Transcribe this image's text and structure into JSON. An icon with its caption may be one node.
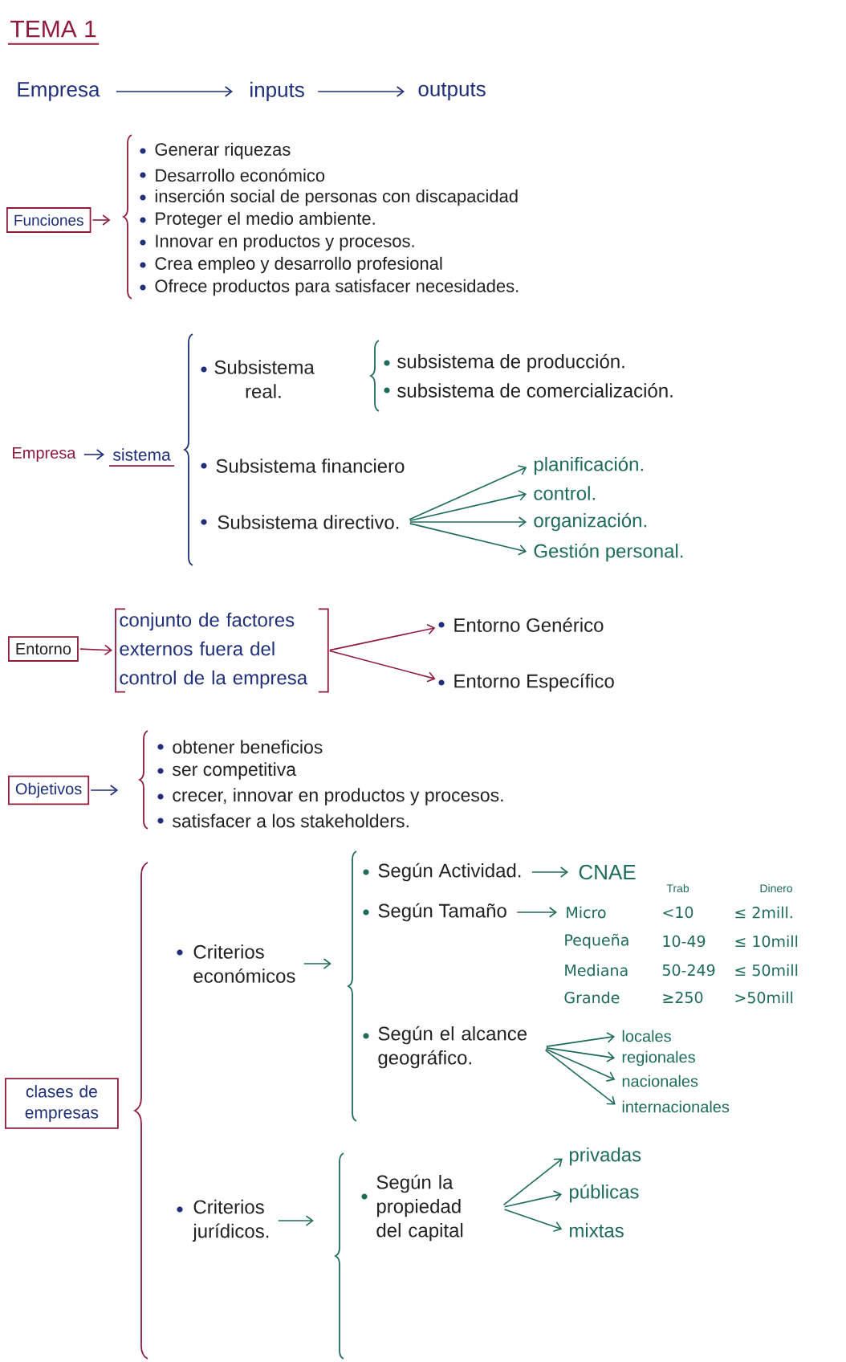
{
  "diagram": {
    "title": "TEMA 1",
    "nodes": [
      {
        "text": [
          "Empresa"
        ]
      },
      {
        "text": [
          "inputs"
        ]
      },
      {
        "text": [
          "outputs"
        ]
      },
      {
        "text": [
          "Funciones"
        ]
      },
      {
        "text": [
          "Empresa"
        ]
      },
      {
        "text": [
          "sistema"
        ]
      },
      {
        "text": [
          "Subsistema directivo."
        ]
      },
      {
        "text": [
          "planificación."
        ]
      },
      {
        "text": [
          "control."
        ]
      },
      {
        "text": [
          "organización."
        ]
      },
      {
        "text": [
          "Gestión personal."
        ]
      },
      {
        "text": [
          "Entorno"
        ]
      },
      {
        "text": [
          "conjunto de factores externos fuera del control de la empresa"
        ]
      },
      {
        "text": [
          "Entorno Genérico"
        ]
      },
      {
        "text": [
          "Entorno Específico"
        ]
      },
      {
        "text": [
          "Objetivos"
        ]
      },
      {
        "text": [
          "clases de empresas"
        ]
      },
      {
        "text": [
          "Criterios económicos"
        ]
      },
      {
        "text": [
          "Según Actividad."
        ]
      },
      {
        "text": [
          "CNAE"
        ]
      },
      {
        "text": [
          "Según Tamaño"
        ]
      },
      {
        "text": [
          "Micro"
        ]
      },
      {
        "text": [
          "Según el alcance geográfico."
        ]
      },
      {
        "text": [
          "locales"
        ]
      },
      {
        "text": [
          "regionales"
        ]
      },
      {
        "text": [
          "nacionales"
        ]
      },
      {
        "text": [
          "internacionales"
        ]
      },
      {
        "text": [
          "Criterios jurídicos."
        ]
      },
      {
        "text": [
          "Según la propiedad del capital"
        ]
      },
      {
        "text": [
          "privadas"
        ]
      },
      {
        "text": [
          "públicas"
        ]
      },
      {
        "text": [
          "mixtas"
        ]
      }
    ],
    "edges": [
      {
        "from": 0,
        "to": 1,
        "arrow": "to",
        "color": "#1f2f7a"
      },
      {
        "from": 1,
        "to": 2,
        "arrow": "to",
        "color": "#1f2f7a"
      },
      {
        "from": 3,
        "to": null,
        "arrow": "to",
        "color": "#8e1b3b"
      },
      {
        "from": 4,
        "to": 5,
        "arrow": "to",
        "color": "#1f2f7a"
      },
      {
        "from": 6,
        "to": 7,
        "arrow": "to"
      },
      {
        "from": 6,
        "to": 8,
        "arrow": "to"
      },
      {
        "from": 6,
        "to": 9,
        "arrow": "to"
      },
      {
        "from": 6,
        "to": 10,
        "arrow": "to"
      },
      {
        "from": 11,
        "to": 12,
        "arrow": "to",
        "color": "#8e1b3b"
      },
      {
        "from": 12,
        "to": 13,
        "arrow": "to",
        "color": "#8e1b3b"
      },
      {
        "from": 12,
        "to": 14,
        "arrow": "to",
        "color": "#8e1b3b"
      },
      {
        "from": 15,
        "to": null,
        "arrow": "to",
        "color": "#1f2f7a"
      },
      {
        "from": 17,
        "to": null,
        "arrow": "to"
      },
      {
        "from": 18,
        "to": 19,
        "arrow": "to"
      },
      {
        "from": 20,
        "to": 21,
        "arrow": "to"
      },
      {
        "from": 22,
        "to": 23,
        "arrow": "to"
      },
      {
        "from": 22,
        "to": 24,
        "arrow": "to"
      },
      {
        "from": 22,
        "to": 25,
        "arrow": "to"
      },
      {
        "from": 22,
        "to": 26,
        "arrow": "to"
      },
      {
        "from": 27,
        "to": null,
        "arrow": "to"
      },
      {
        "from": 28,
        "to": 29,
        "arrow": "to"
      },
      {
        "from": 28,
        "to": 30,
        "arrow": "to"
      },
      {
        "from": 28,
        "to": 31,
        "arrow": "to"
      }
    ],
    "labels": [
      "Generar riquezas",
      "Desarrollo económico",
      "inserción social de personas con discapacidad",
      "Proteger el medio ambiente.",
      "Innovar en productos y procesos.",
      "Crea empleo y desarrollo profesional",
      "Ofrece productos para satisfacer necesidades.",
      "Subsistema real.",
      "subsistema de producción.",
      "subsistema de comercialización.",
      "Subsistema financiero",
      "obtener beneficios",
      "ser competitiva",
      "crecer, innovar en productos y procesos.",
      "satisfacer a los stakeholders.",
      "Trab",
      "Dinero",
      "<10",
      "≤ 2mill.",
      "Pequeña",
      "10-49",
      "≤ 10mill",
      "Mediana",
      "50-249",
      "≤ 50mill",
      "Grande",
      "≥250",
      ">50mill"
    ]
  }
}
